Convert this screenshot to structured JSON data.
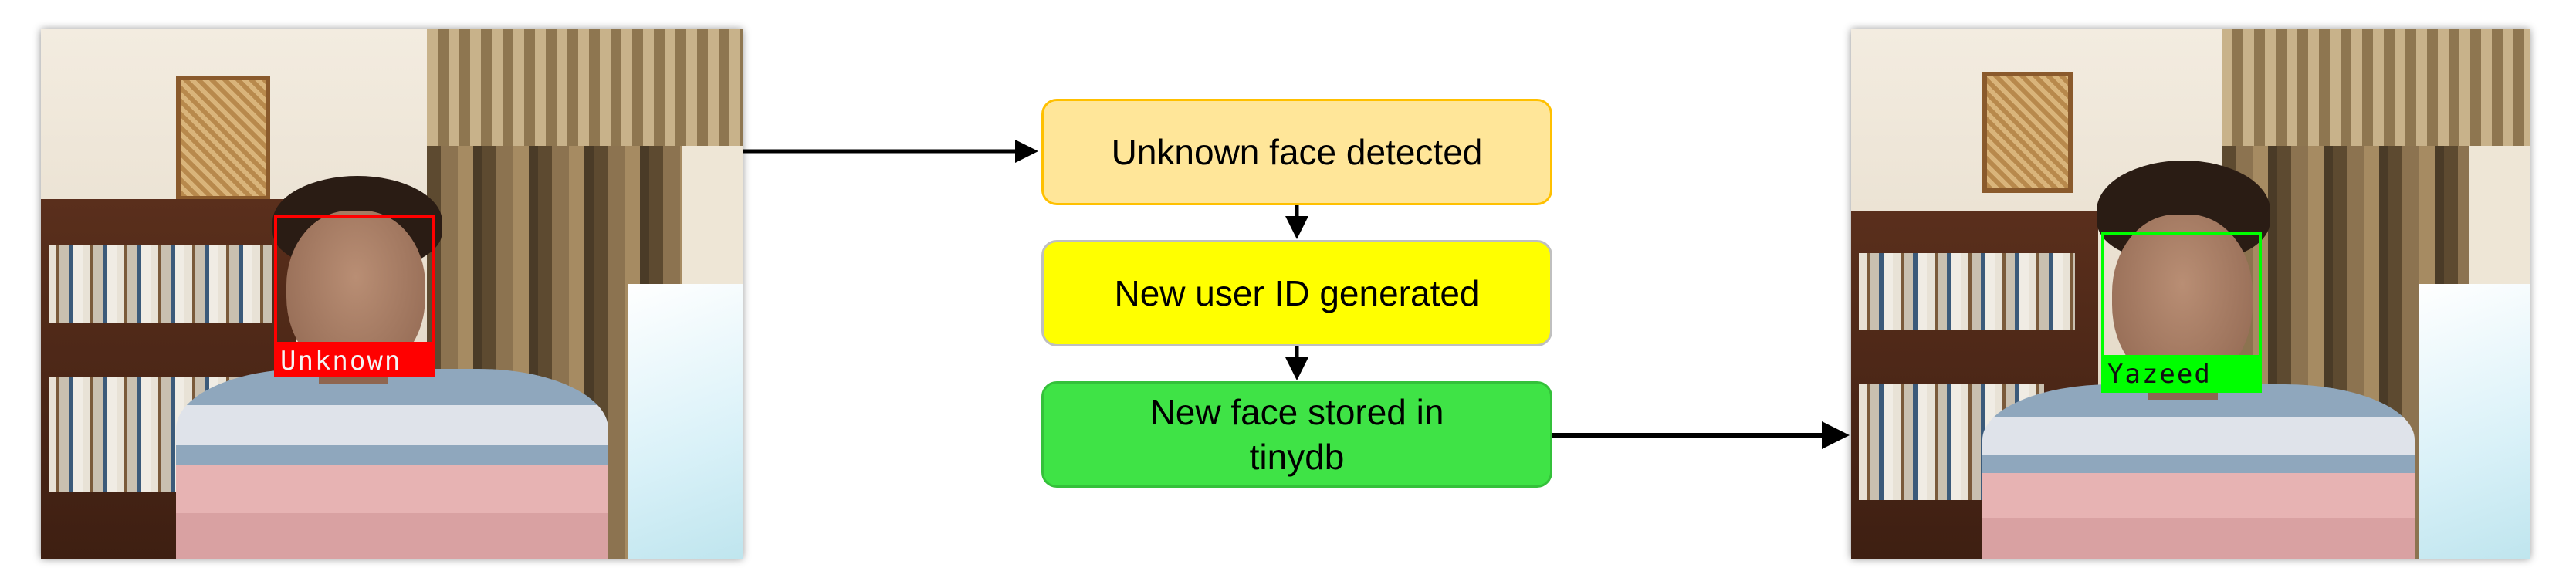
{
  "before_photo": {
    "face_label": "Unknown",
    "box_color": "#ff0000"
  },
  "after_photo": {
    "face_label": "Yazeed",
    "box_color": "#00ff00"
  },
  "flow": {
    "steps": [
      {
        "label": "Unknown face detected",
        "fill": "#ffe699",
        "border": "#ffc000"
      },
      {
        "label": "New user ID generated",
        "fill": "#ffff00",
        "border": "#bfbfbf"
      },
      {
        "label": "New face stored in tinydb",
        "fill": "#3fe346",
        "border": "#34c13a"
      }
    ]
  }
}
